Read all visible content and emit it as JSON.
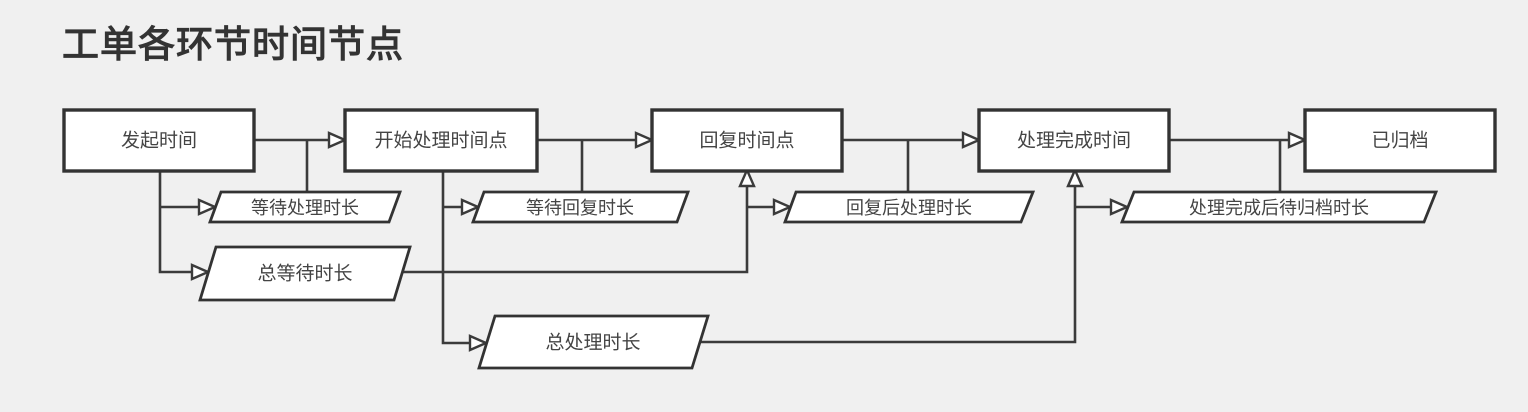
{
  "title": "工单各环节时间节点",
  "colors": {
    "background": "#f0f0f0",
    "shape_border": "#333333",
    "shape_fill": "#ffffff",
    "connector": "#3b3b3b",
    "text": "#444444"
  },
  "nodes": {
    "initiate_time": {
      "label": "发起时间",
      "shape": "rect"
    },
    "start_processing_time": {
      "label": "开始处理时间点",
      "shape": "rect"
    },
    "reply_time": {
      "label": "回复时间点",
      "shape": "rect"
    },
    "complete_time": {
      "label": "处理完成时间",
      "shape": "rect"
    },
    "archived": {
      "label": "已归档",
      "shape": "rect"
    },
    "wait_processing_duration": {
      "label": "等待处理时长",
      "shape": "parallelogram"
    },
    "wait_reply_duration": {
      "label": "等待回复时长",
      "shape": "parallelogram"
    },
    "post_reply_processing_duration": {
      "label": "回复后处理时长",
      "shape": "parallelogram"
    },
    "post_complete_archive_wait_duration": {
      "label": "处理完成后待归档时长",
      "shape": "parallelogram"
    },
    "total_wait_duration": {
      "label": "总等待时长",
      "shape": "parallelogram"
    },
    "total_processing_duration": {
      "label": "总处理时长",
      "shape": "parallelogram"
    }
  },
  "edges": [
    {
      "from": "initiate_time",
      "to": "start_processing_time",
      "arrow": "open"
    },
    {
      "from": "initiate_time",
      "to": "wait_processing_duration",
      "arrow": "open"
    },
    {
      "from": "initiate_time",
      "to": "total_wait_duration",
      "arrow": "open"
    },
    {
      "from": "initiate_time__start_processing_time",
      "to": "wait_processing_duration",
      "arrow": "none"
    },
    {
      "from": "start_processing_time",
      "to": "reply_time",
      "arrow": "open"
    },
    {
      "from": "start_processing_time",
      "to": "wait_reply_duration",
      "arrow": "open"
    },
    {
      "from": "start_processing_time",
      "to": "total_processing_duration",
      "arrow": "open"
    },
    {
      "from": "start_processing_time__reply_time",
      "to": "wait_reply_duration",
      "arrow": "none"
    },
    {
      "from": "reply_time",
      "to": "complete_time",
      "arrow": "open"
    },
    {
      "from": "reply_time__complete_time",
      "to": "post_reply_processing_duration",
      "arrow": "none"
    },
    {
      "from": "total_wait_duration",
      "to": "reply_time",
      "arrow": "open"
    },
    {
      "from": "total_wait_duration",
      "to": "post_reply_processing_duration",
      "arrow": "open"
    },
    {
      "from": "complete_time",
      "to": "archived",
      "arrow": "open"
    },
    {
      "from": "complete_time__archived",
      "to": "post_complete_archive_wait_duration",
      "arrow": "none"
    },
    {
      "from": "total_processing_duration",
      "to": "complete_time",
      "arrow": "open"
    },
    {
      "from": "total_processing_duration",
      "to": "post_complete_archive_wait_duration",
      "arrow": "open"
    }
  ]
}
